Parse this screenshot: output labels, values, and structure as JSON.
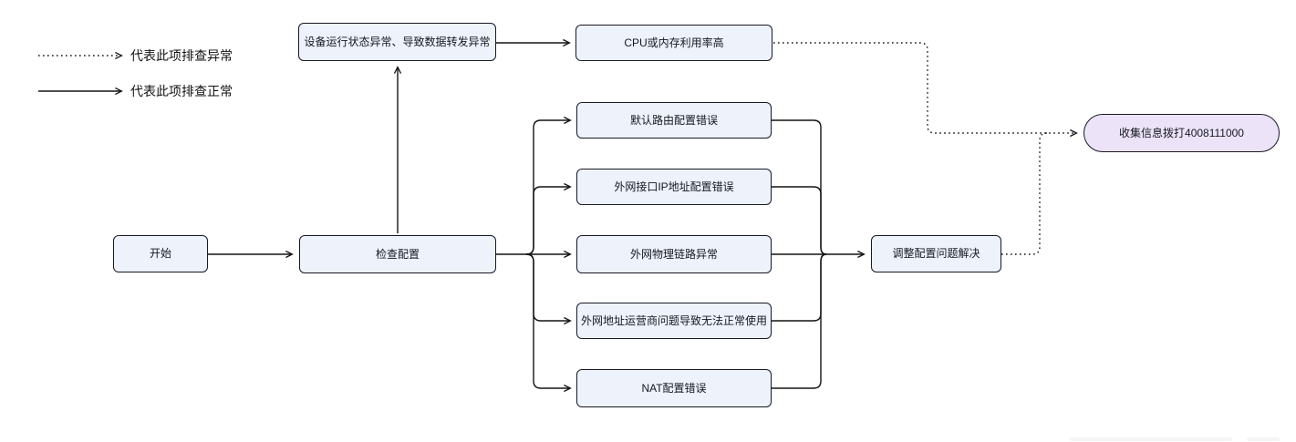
{
  "legend": {
    "abnormal": "代表此项排查异常",
    "normal": "代表此项排查正常"
  },
  "nodes": {
    "start": "开始",
    "check_config": "检查配置",
    "device_status": "设备运行状态异常、导致数据转发异常",
    "cpu_mem": "CPU或内存利用率高",
    "default_route": "默认路由配置错误",
    "wan_ip": "外网接口IP地址配置错误",
    "wan_link": "外网物理链路异常",
    "wan_isp": "外网地址运营商问题导致无法正常使用",
    "nat_config": "NAT配置错误",
    "adjust_config": "调整配置问题解决",
    "collect_info": "收集信息拨打4008111000"
  },
  "colors": {
    "node-fill": "#edf2fb",
    "node-border": "#171926",
    "terminator-fill": "#ece3f9",
    "line-color": "#141414",
    "text-color": "#16181f"
  }
}
